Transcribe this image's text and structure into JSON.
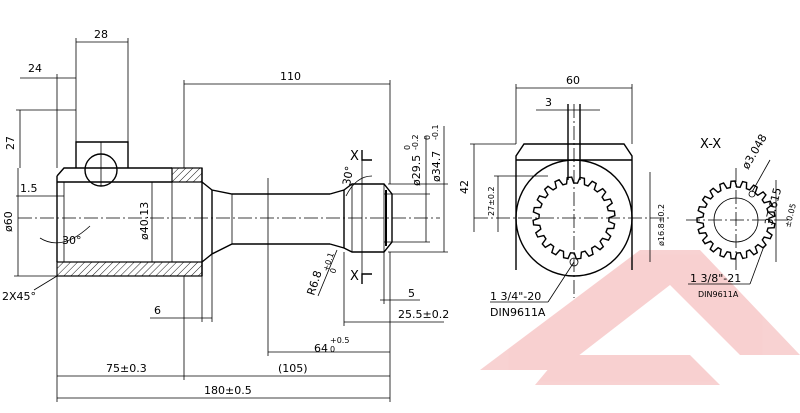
{
  "dims": {
    "d28": "28",
    "d24": "24",
    "d110": "110",
    "d27": "27",
    "d15": "1.5",
    "d60dia": "ø60",
    "a30": "30°",
    "d4013": "ø40.13",
    "ch": "2X45°",
    "d6": "6",
    "d75": "75±0.3",
    "d105": "(105)",
    "d180": "180±0.5",
    "d64": "64",
    "d64tol_up": "+0.5",
    "d64tol_lo": "0",
    "r68": "R6.8",
    "r68tol_up": "+0.1",
    "r68tol_lo": "0",
    "d295": "ø29.5",
    "d295tol_up": "0",
    "d295tol_lo": "-0.2",
    "d347": "ø34.7",
    "d347tol_up": "0",
    "d347tol_lo": "-0.1",
    "a30b": "30°",
    "d5": "5",
    "d255": "25.5±0.2",
    "secX": "X",
    "secX2": "X"
  },
  "endview": {
    "d60": "60",
    "d3": "3",
    "d42": "42",
    "d27": "27±0.2",
    "d168": "ø16.8±0.2",
    "spline": "1 3/4\"-20",
    "din": "DIN9611A"
  },
  "section": {
    "title": "X-X",
    "d3048": "ø3.048",
    "d37615": "37.615",
    "d37615tol": "±0.05",
    "spline": "1 3/8\"-21",
    "din": "DIN9611A"
  },
  "watermark_color": "#e03030"
}
